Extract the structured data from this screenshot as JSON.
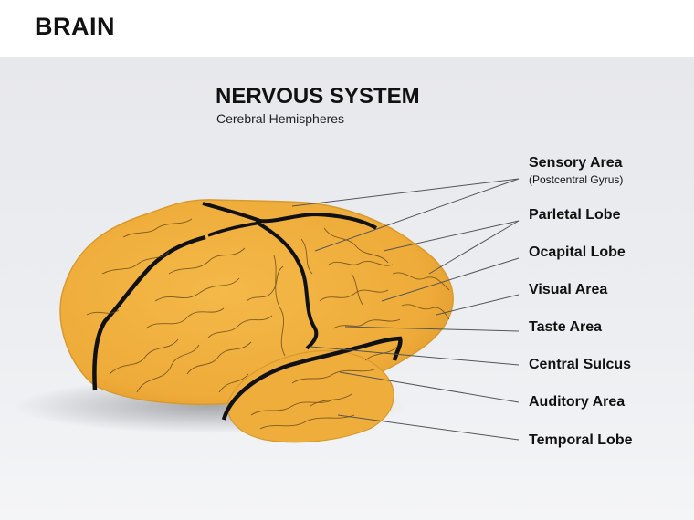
{
  "header": {
    "title": "BRAIN"
  },
  "diagram": {
    "title": "NERVOUS SYSTEM",
    "subtitle": "Cerebral Hemispheres",
    "labels": [
      {
        "id": "sensory-area",
        "text": "Sensory Area",
        "note": "(Postcentral Gyrus)"
      },
      {
        "id": "parietal-lobe",
        "text": "Parletal Lobe"
      },
      {
        "id": "occipital-lobe",
        "text": "Ocapital Lobe"
      },
      {
        "id": "visual-area",
        "text": "Visual Area"
      },
      {
        "id": "taste-area",
        "text": "Taste Area"
      },
      {
        "id": "central-sulcus",
        "text": "Central Sulcus"
      },
      {
        "id": "auditory-area",
        "text": "Auditory Area"
      },
      {
        "id": "temporal-lobe",
        "text": "Temporal Lobe"
      }
    ]
  },
  "colors": {
    "brain_fill": "#f0b23e",
    "brain_shade": "#e39f2d",
    "fissure": "#111111",
    "leader_line": "#555555"
  }
}
